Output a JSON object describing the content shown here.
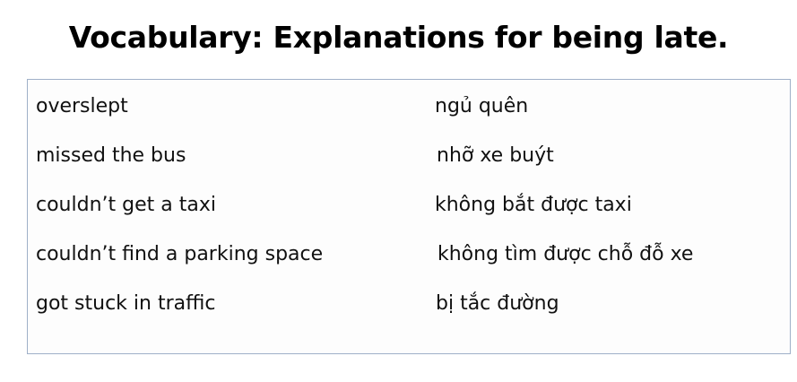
{
  "title": "Vocabulary: Explanations for being late.",
  "vocabulary": [
    {
      "english": "overslept",
      "vietnamese": "ngủ quên"
    },
    {
      "english": "missed the bus",
      "vietnamese": "nhỡ xe buýt"
    },
    {
      "english": "couldn’t get a taxi",
      "vietnamese": "không bắt được taxi"
    },
    {
      "english": "couldn’t find a parking space",
      "vietnamese": "không tìm được chỗ đỗ xe"
    },
    {
      "english": "got stuck in traffic",
      "vietnamese": "bị tắc đường"
    }
  ]
}
